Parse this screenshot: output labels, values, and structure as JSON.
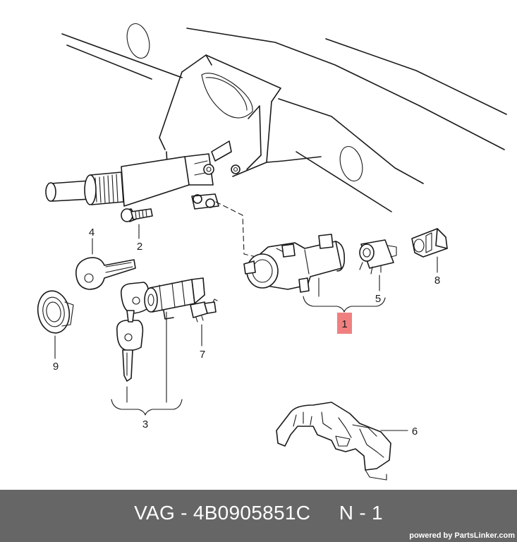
{
  "diagram": {
    "callouts": {
      "c1": "1",
      "c2": "2",
      "c3": "3",
      "c4": "4",
      "c5": "5",
      "c6": "6",
      "c7": "7",
      "c8": "8",
      "c9": "9"
    },
    "highlighted_callout": "1",
    "highlight_color": "#f08080"
  },
  "footer": {
    "brand": "VAG",
    "separator": " - ",
    "part_number": "4B0905851C",
    "position_label": "N - 1",
    "powered_by": "powered by PartsLinker.com",
    "background_color": "#666666"
  }
}
